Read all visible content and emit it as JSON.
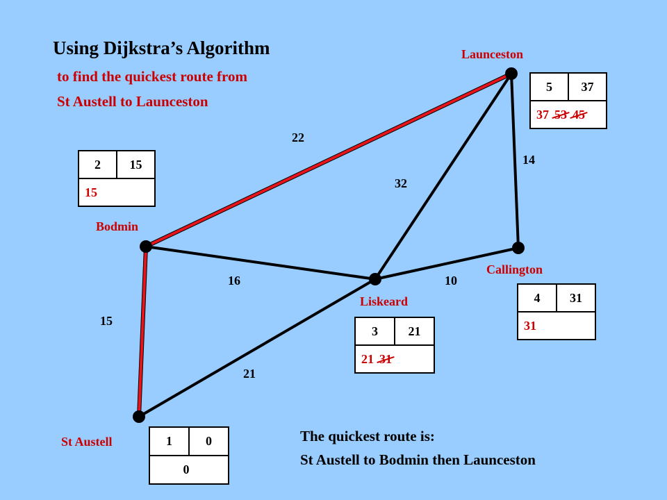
{
  "title": "Using Dijkstra’s Algorithm",
  "subtitle_line1": "to find the quickest route from",
  "subtitle_line2": "St Austell to Launceston",
  "conclusion_line1": "The quickest route is:",
  "conclusion_line2": "St Austell to Bodmin then Launceston",
  "nodes": {
    "launceston": "Launceston",
    "bodmin": "Bodmin",
    "callington": "Callington",
    "liskeard": "Liskeard",
    "st_austell": "St Austell"
  },
  "edges": {
    "bodmin_launceston": "22",
    "liskeard_launceston": "32",
    "callington_launceston": "14",
    "bodmin_liskeard": "16",
    "liskeard_callington": "10",
    "staustell_bodmin": "15",
    "staustell_liskeard": "21"
  },
  "boxes": {
    "launceston": {
      "order": "5",
      "final": "37",
      "working": [
        "37",
        "53",
        "45"
      ]
    },
    "bodmin": {
      "order": "2",
      "final": "15",
      "working": [
        "15"
      ]
    },
    "callington": {
      "order": "4",
      "final": "31",
      "working": [
        "31"
      ]
    },
    "liskeard": {
      "order": "3",
      "final": "21",
      "working": [
        "21",
        "31"
      ]
    },
    "st_austell": {
      "order": "1",
      "final": "0",
      "working": [
        "0"
      ]
    }
  },
  "colors": {
    "background": "#99ccff",
    "route": "#e8141b",
    "accent": "#cc0000"
  }
}
